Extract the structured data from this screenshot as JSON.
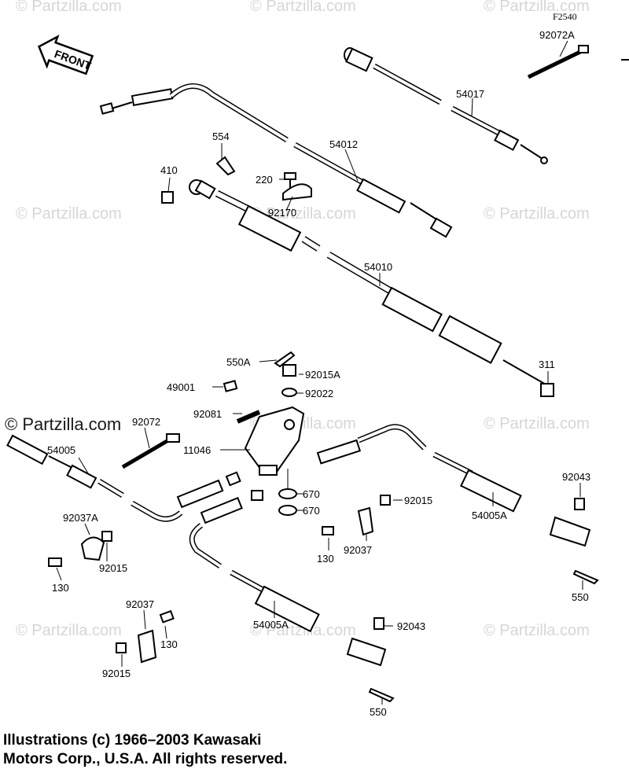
{
  "figure_code": "F2540",
  "front_label": "FRONT",
  "watermarks": [
    "© Partzilla.com",
    "© Partzilla.com"
  ],
  "parts": {
    "p54017": "54017",
    "p54012": "54012",
    "p54010": "54010",
    "p554": "554",
    "p410": "410",
    "p220": "220",
    "p92170": "92170",
    "p311": "311",
    "p550A": "550A",
    "p92015A": "92015A",
    "p49001": "49001",
    "p92022": "92022",
    "p92081": "92081",
    "p92072": "92072",
    "p92072A": "92072A",
    "p11046": "11046",
    "p670a": "670",
    "p670b": "670",
    "p54005": "54005",
    "p54005A_right": "54005A",
    "p54005A_bottom": "54005A",
    "p92043_right": "92043",
    "p92043_bottom": "92043",
    "p92015_mid": "92015",
    "p92015_left": "92015",
    "p92015_bottom": "92015",
    "p92037": "92037",
    "p92037A": "92037A",
    "p92037_bottom": "92037",
    "p130_left": "130",
    "p130_mid": "130",
    "p130_bottom": "130",
    "p550_right": "550",
    "p550_bottom": "550"
  },
  "copyright": {
    "line1": "Illustrations (c) 1966–2003 Kawasaki",
    "line2": "Motors Corp., U.S.A.  All rights reserved."
  }
}
